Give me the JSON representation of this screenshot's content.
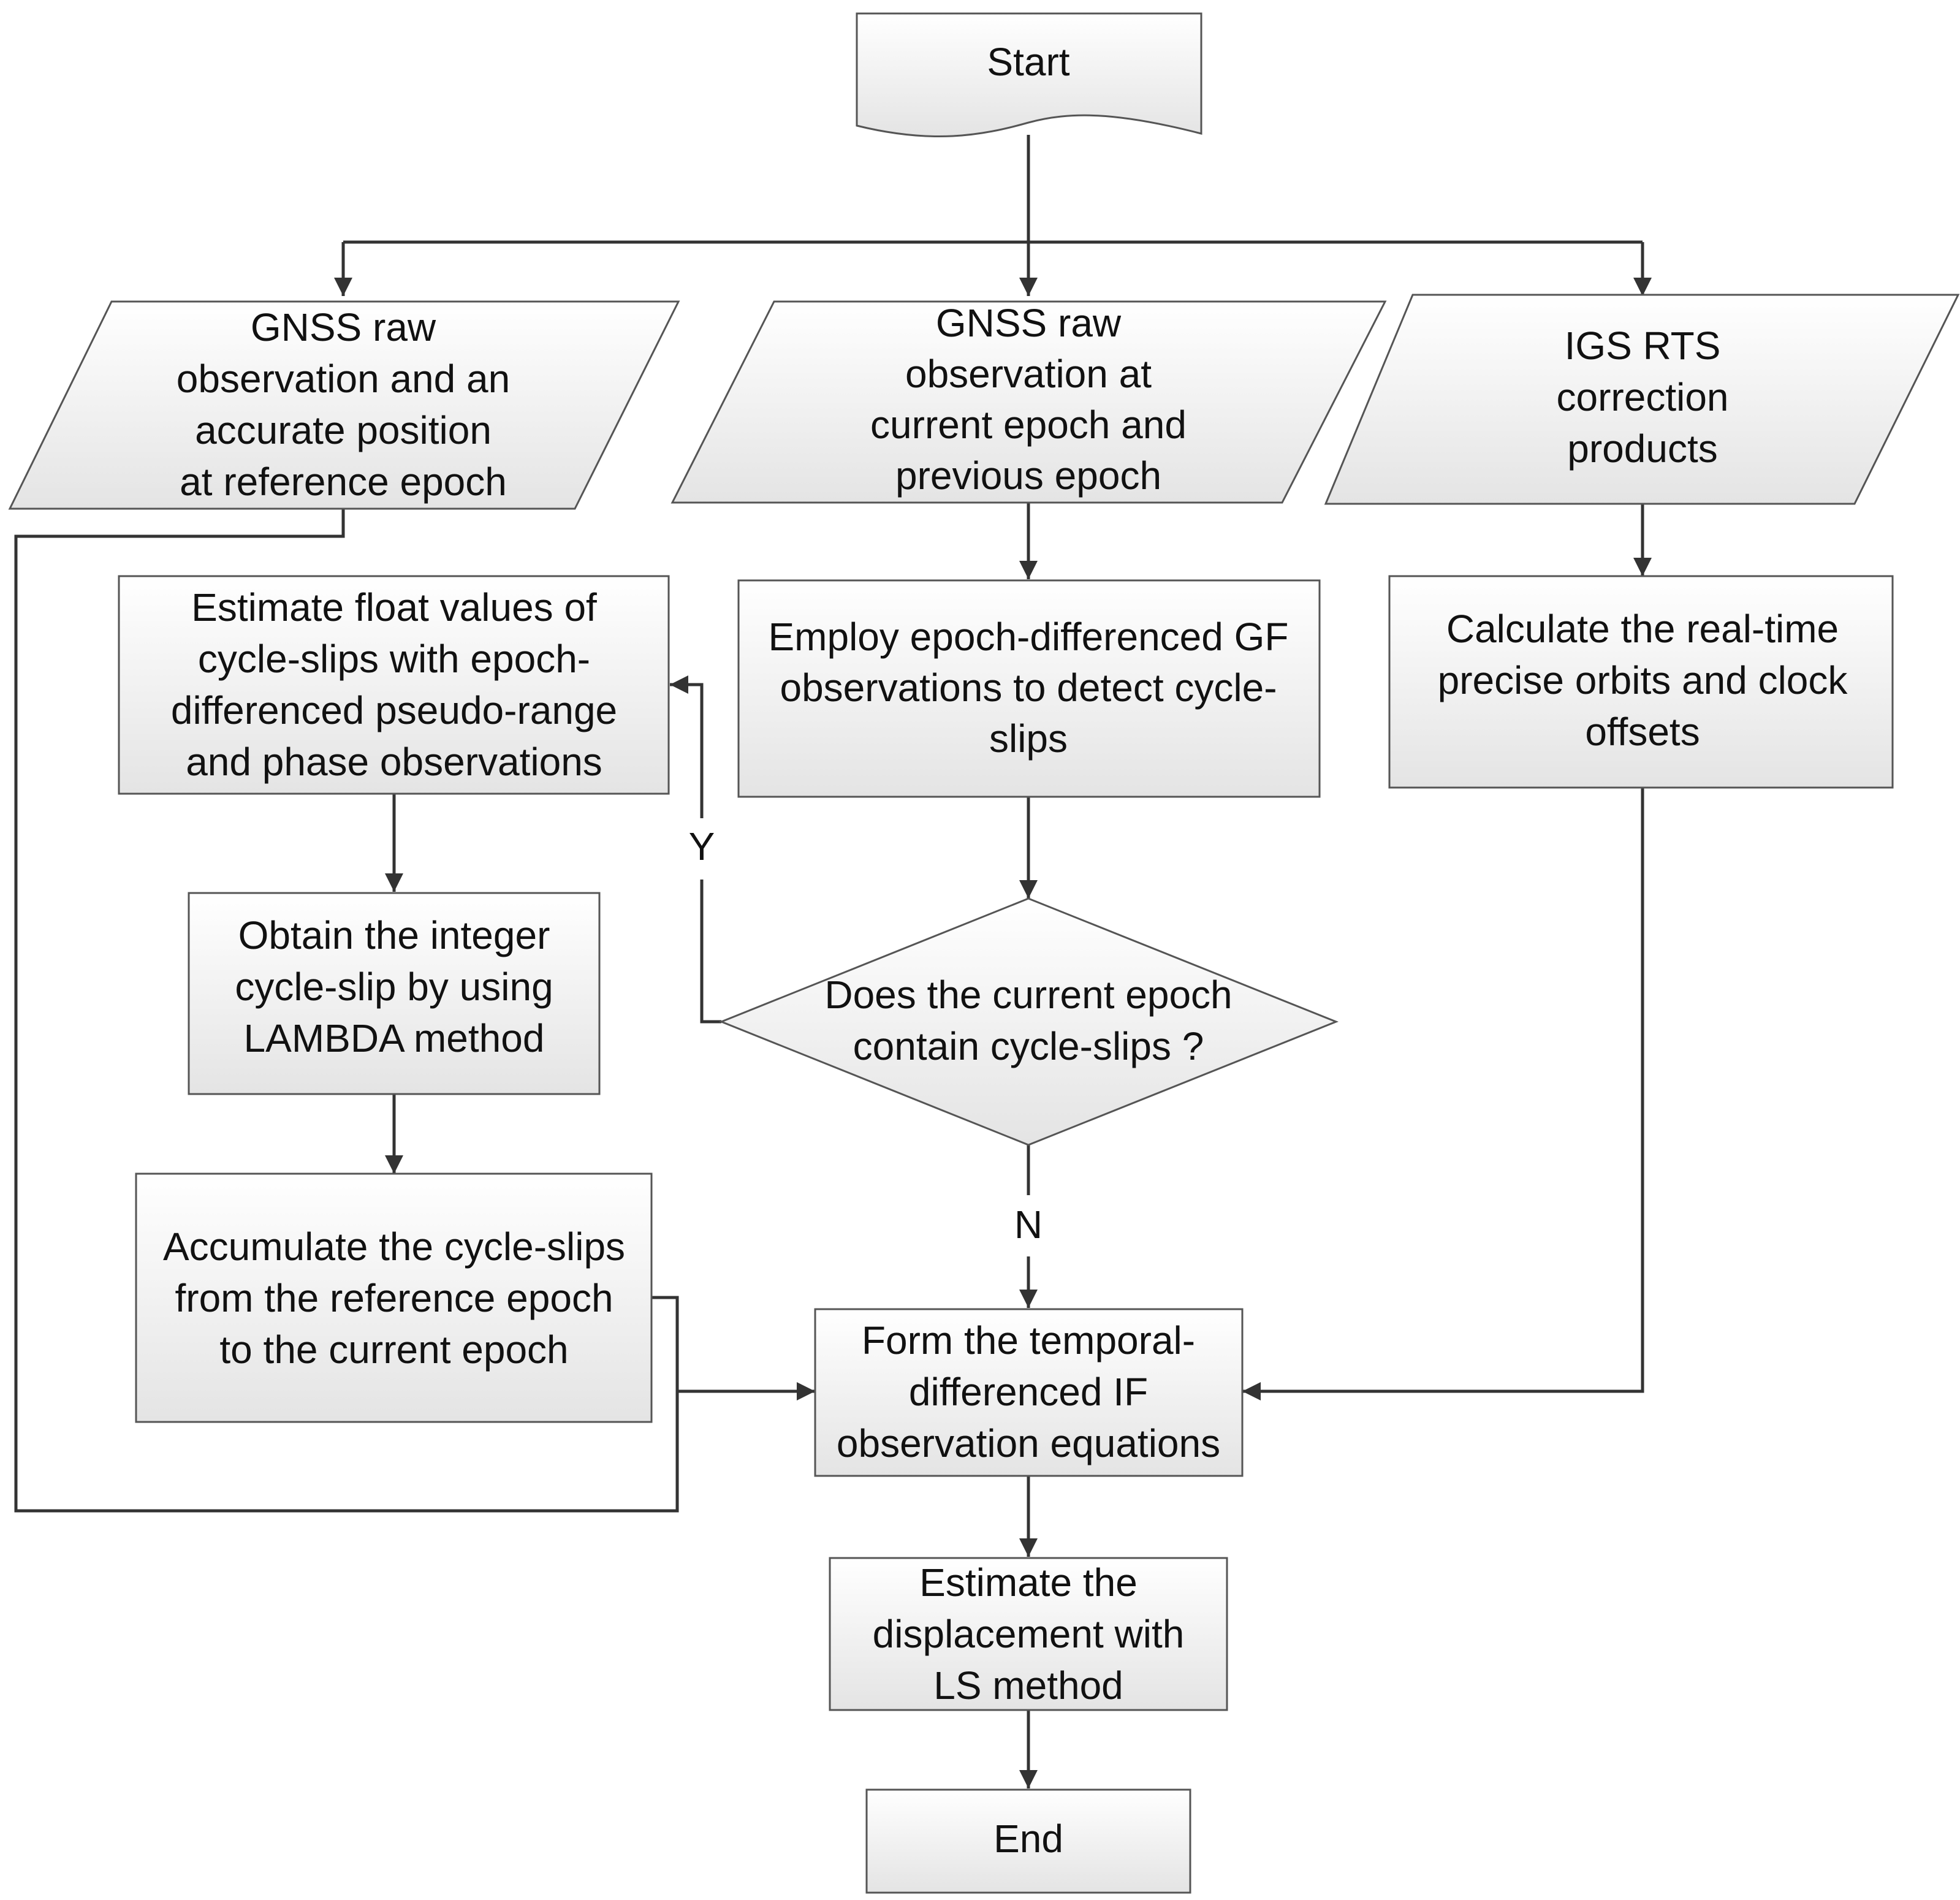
{
  "diagram": {
    "nodes": {
      "start": {
        "lines": [
          "Start"
        ]
      },
      "input_reference": {
        "lines": [
          "GNSS raw",
          "observation and an",
          "accurate position",
          "at  reference epoch"
        ]
      },
      "input_current": {
        "lines": [
          "GNSS raw",
          "observation  at",
          "current epoch and",
          "previous epoch"
        ]
      },
      "input_igs": {
        "lines": [
          "IGS RTS",
          "correction",
          "products"
        ]
      },
      "estimate_float": {
        "lines": [
          "Estimate float values of",
          "cycle-slips with epoch-",
          "differenced pseudo-range",
          "and phase observations"
        ]
      },
      "employ_gf": {
        "lines": [
          "Employ epoch-differenced GF",
          "observations to detect cycle-",
          "slips"
        ]
      },
      "calc_orbits": {
        "lines": [
          "Calculate the real-time",
          "precise orbits and clock",
          "offsets"
        ]
      },
      "obtain_integer": {
        "lines": [
          "Obtain the integer",
          "cycle-slip by using",
          "LAMBDA method"
        ]
      },
      "decision": {
        "lines": [
          "Does the current  epoch",
          "contain cycle-slips ?"
        ]
      },
      "accumulate": {
        "lines": [
          "Accumulate the cycle-slips",
          "from the reference epoch",
          "to the current epoch"
        ]
      },
      "form_equations": {
        "lines": [
          "Form the temporal-",
          "differenced IF",
          "observation equations"
        ]
      },
      "estimate_displacement": {
        "lines": [
          "Estimate the",
          "displacement  with",
          "LS method"
        ]
      },
      "end": {
        "lines": [
          "End"
        ]
      }
    },
    "edge_labels": {
      "yes": "Y",
      "no": "N"
    },
    "colors": {
      "fill_top": "#ffffff",
      "fill_bottom": "#e6e6e6",
      "stroke": "#555555",
      "edge": "#333333"
    }
  }
}
